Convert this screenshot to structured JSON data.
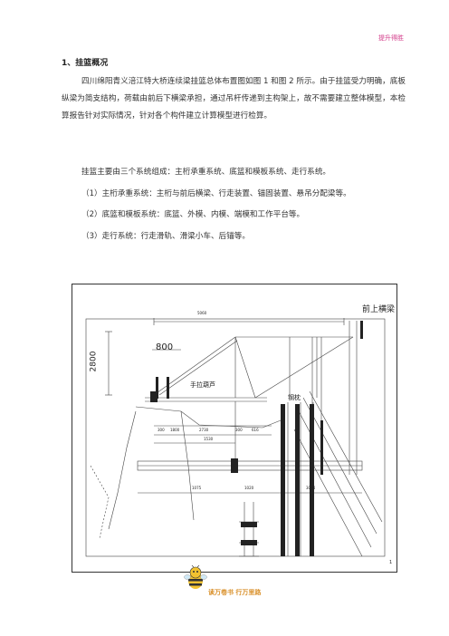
{
  "header": {
    "tag": "提升得胜"
  },
  "section": {
    "title": "1、挂篮概况"
  },
  "paragraphs": {
    "intro": "四川绵阳青义涪江特大桥连续梁挂篮总体布置图如图 1 和图 2 所示。由于挂篮受力明确，底板纵梁为简支结构，荷载由前后下横梁承担，通过吊杆传递到主构架上，故不需要建立整体模型，本检算报告针对实际情况，针对各个构件建立计算模型进行检算。",
    "system": "挂篮主要由三个系统组成：主桁承重系统、底篮和模板系统、走行系统。",
    "item1": "（1）主桁承重系统：主桁与前后横梁、行走装置、锚固装置、悬吊分配梁等。",
    "item2": "（2）底篮和模板系统：底篮、外模、内模、端模和工作平台等。",
    "item3": "（3）走行系统：行走滑轨、滑梁小车、后锚等。"
  },
  "figure": {
    "label_front_beam": "前上横梁",
    "dim_top": "5060",
    "dim_800": "800",
    "dim_2800": "2800",
    "label_hoist": "手拉葫芦",
    "label_rod": "钢枕",
    "dims_row1": [
      "300",
      "1800",
      "2730",
      "300",
      "616"
    ],
    "dim_1530": "1530",
    "dims_row3": [
      "1075",
      "1020",
      "3044"
    ],
    "page_num": "1"
  },
  "footer": {
    "slogan": "读万卷书  行万里路"
  },
  "colors": {
    "accent": "#d33c8a",
    "slogan": "#d9902a",
    "line": "#333333"
  }
}
